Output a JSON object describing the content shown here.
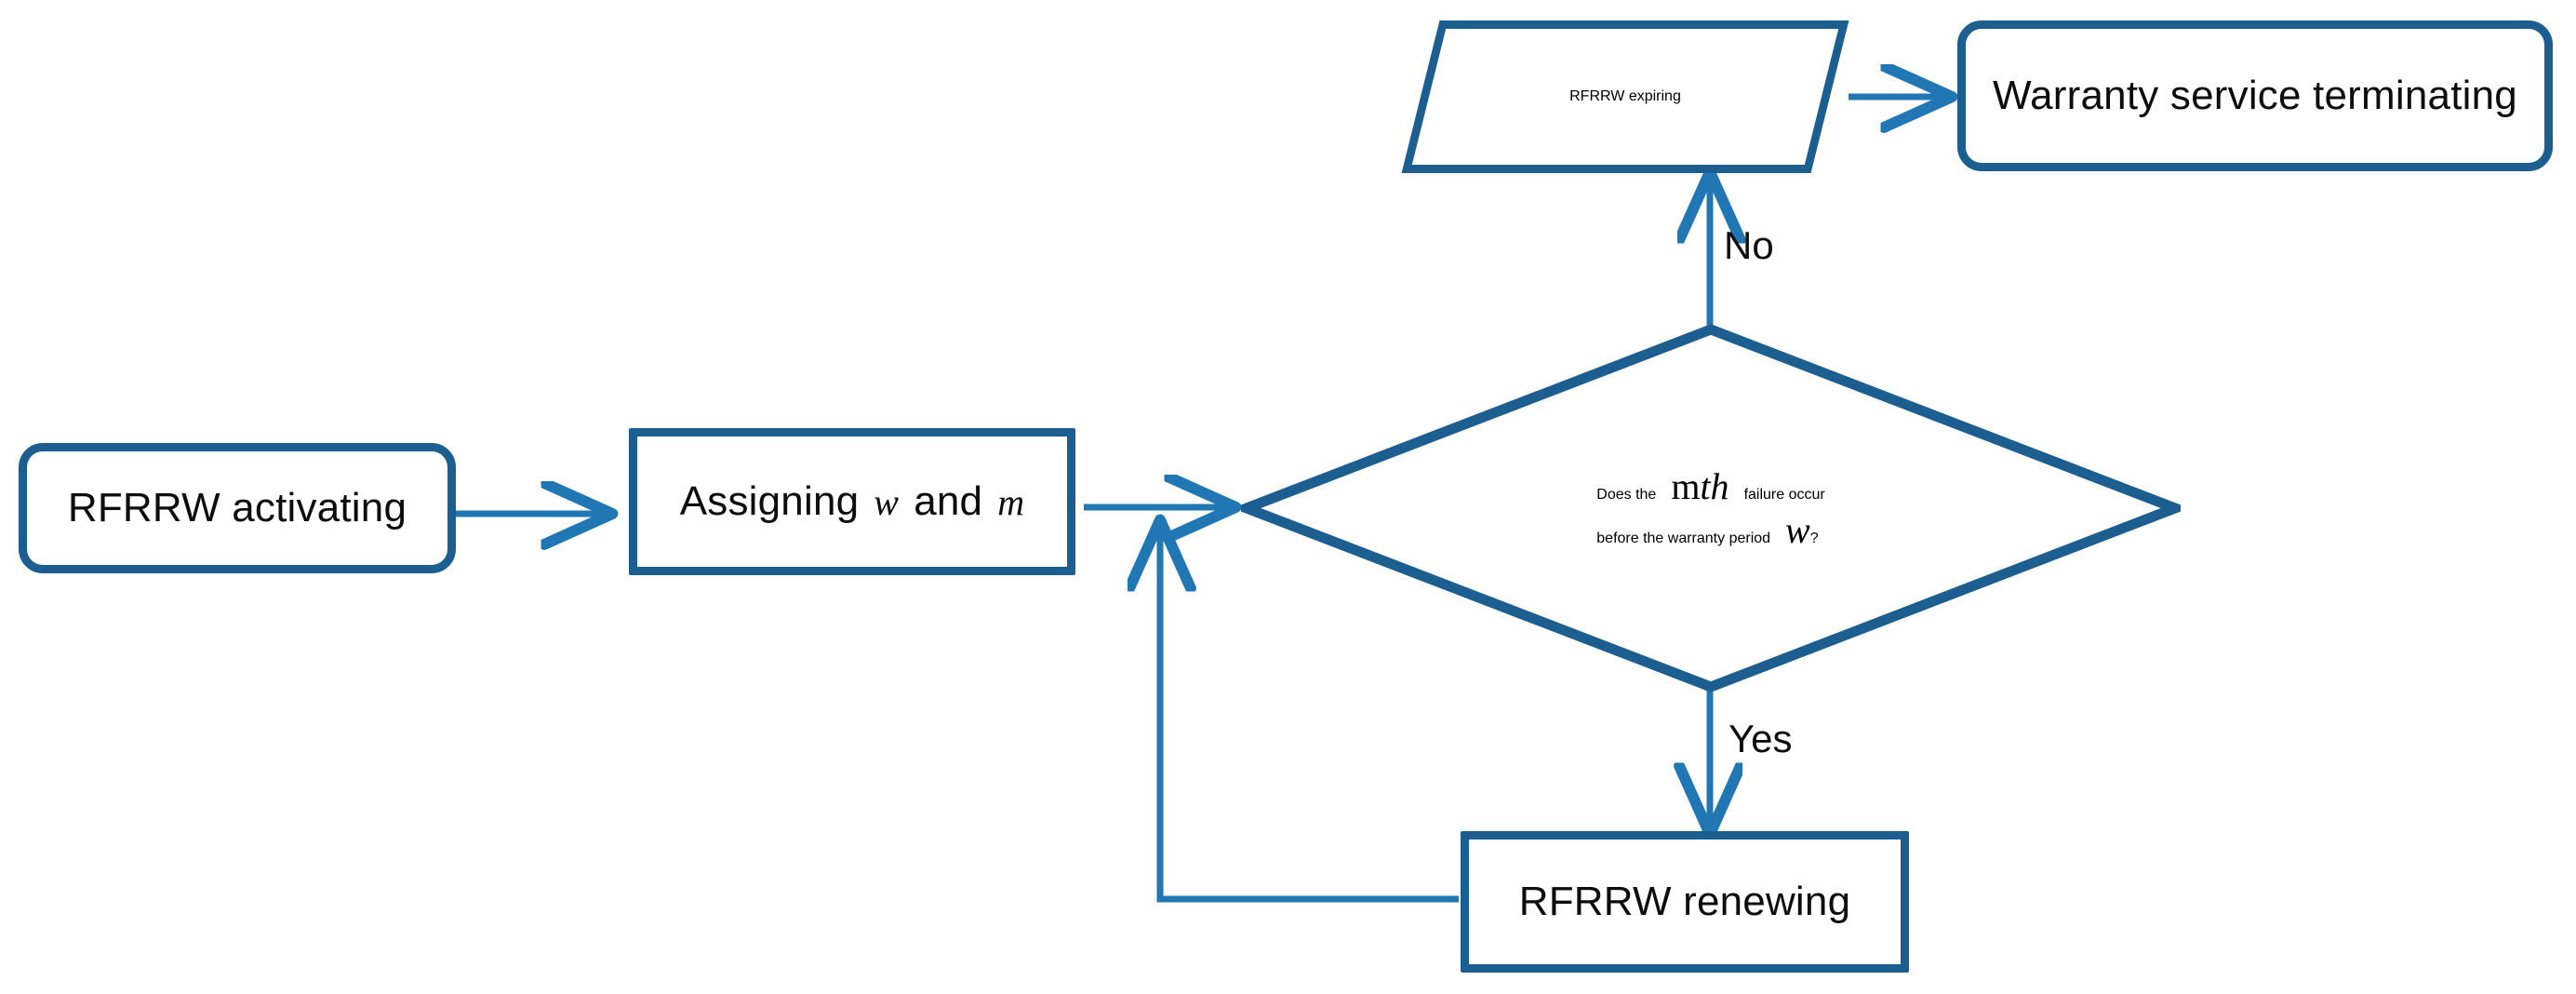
{
  "diagram": {
    "title": "RFRRW renewal warranty process flowchart",
    "type": "flowchart",
    "background_color": "#FFFFFF",
    "shape_border_color": "#1D5E90",
    "connector_color": "#2077B4",
    "text_color": "#0D0D0D"
  },
  "nodes": {
    "activating": {
      "id": "rfrrw-activating",
      "shape": "rounded-rectangle",
      "label": "RFRRW activating"
    },
    "assigning": {
      "id": "assigning-w-and-m",
      "shape": "rectangle",
      "label_prefix": "Assigning",
      "var_w": "w",
      "label_conj": "and",
      "var_m": "m"
    },
    "decision": {
      "id": "failure-before-warranty-decision",
      "shape": "diamond",
      "line1_prefix": "Does the",
      "line1_var_m": "m",
      "line1_var_th": "th",
      "line1_suffix": "failure occur",
      "line2_prefix": "before the warranty period",
      "line2_var_w": "w",
      "line2_suffix": "?"
    },
    "expiring": {
      "id": "rfrrw-expiring",
      "shape": "parallelogram",
      "label": "RFRRW expiring"
    },
    "terminating": {
      "id": "warranty-service-terminating",
      "shape": "rounded-rectangle",
      "label": "Warranty service terminating"
    },
    "renewing": {
      "id": "rfrrw-renewing",
      "shape": "rectangle",
      "label": "RFRRW renewing"
    }
  },
  "edges": {
    "activating_to_assigning": {
      "from": "rfrrw-activating",
      "to": "assigning-w-and-m",
      "label": ""
    },
    "assigning_to_decision": {
      "from": "assigning-w-and-m",
      "to": "failure-before-warranty-decision",
      "label": ""
    },
    "decision_to_expiring": {
      "from": "failure-before-warranty-decision",
      "to": "rfrrw-expiring",
      "label": "No"
    },
    "expiring_to_terminating": {
      "from": "rfrrw-expiring",
      "to": "warranty-service-terminating",
      "label": ""
    },
    "decision_to_renewing": {
      "from": "failure-before-warranty-decision",
      "to": "rfrrw-renewing",
      "label": "Yes"
    },
    "renewing_to_decision": {
      "from": "rfrrw-renewing",
      "to": "failure-before-warranty-decision",
      "label": ""
    }
  }
}
